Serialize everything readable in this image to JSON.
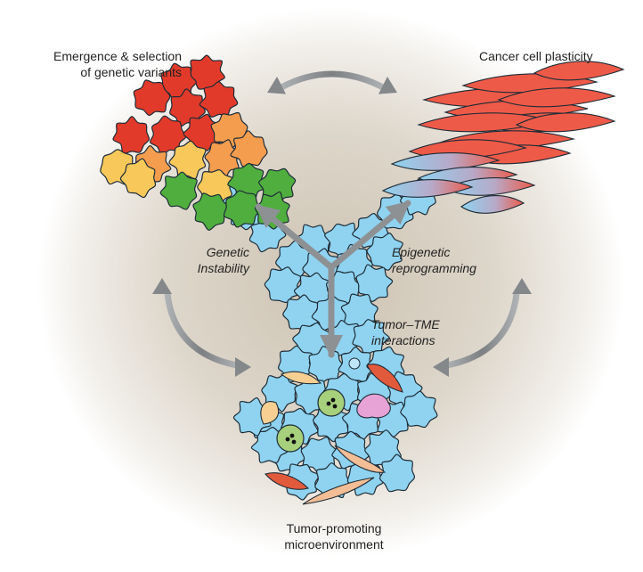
{
  "labels": {
    "genetic_variants": [
      "Emergence & selection",
      "of genetic variants"
    ],
    "plasticity": "Cancer cell plasticity",
    "genetic_instability": [
      "Genetic",
      "Instability"
    ],
    "epigenetic": [
      "Epigenetic",
      "reprogramming"
    ],
    "tme_interactions": [
      "Tumor–TME",
      "interactions"
    ],
    "microenvironment": [
      "Tumor-promoting",
      "microenvironment"
    ]
  },
  "colors": {
    "background_glow": "#d6cfc1",
    "tumor_cell_blue": "#8fd3f0",
    "cell_outline": "#1d2b36",
    "red_variant": "#e23a2a",
    "orange_variant": "#f59d4e",
    "yellow_variant": "#f8c95a",
    "green_variant": "#4fae3e",
    "plastic_red": "#ee5a48",
    "arrow_gray": "#8a8d90",
    "immune_green": "#a7d07c",
    "fibroblast_peach": "#f3bd95"
  }
}
